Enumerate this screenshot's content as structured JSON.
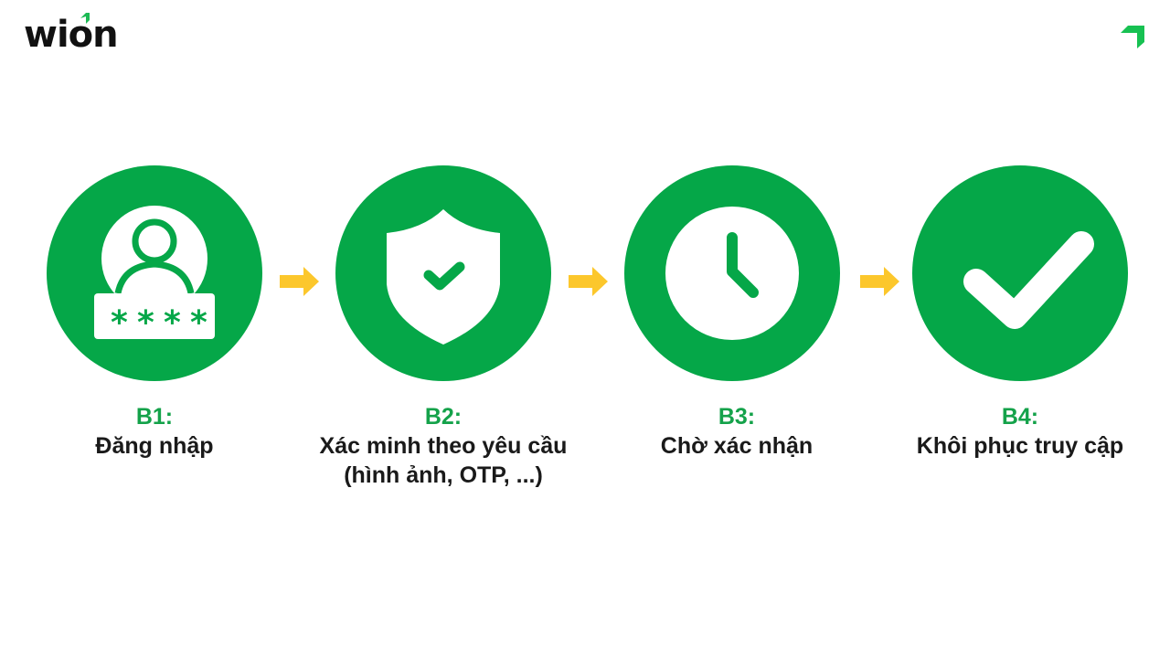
{
  "brand": {
    "logo_text": "wion",
    "accent_color": "#1db954",
    "text_color": "#111111"
  },
  "colors": {
    "circle_green": "#05a748",
    "step_number_green": "#14a24a",
    "arrow_yellow": "#fcc72c",
    "label_text": "#1a1a1a"
  },
  "steps": [
    {
      "number": "B1:",
      "label_line1": "Đăng nhập",
      "label_line2": "",
      "icon": "user-password-icon"
    },
    {
      "number": "B2:",
      "label_line1": "Xác minh theo yêu cầu",
      "label_line2": "(hình ảnh, OTP, ...)",
      "icon": "shield-check-icon"
    },
    {
      "number": "B3:",
      "label_line1": "Chờ xác nhận",
      "label_line2": "",
      "icon": "clock-icon"
    },
    {
      "number": "B4:",
      "label_line1": "Khôi phục truy cập",
      "label_line2": "",
      "icon": "checkmark-icon"
    }
  ],
  "arrows": [
    {
      "icon": "arrow-right-icon"
    },
    {
      "icon": "arrow-right-icon"
    },
    {
      "icon": "arrow-right-icon"
    }
  ]
}
